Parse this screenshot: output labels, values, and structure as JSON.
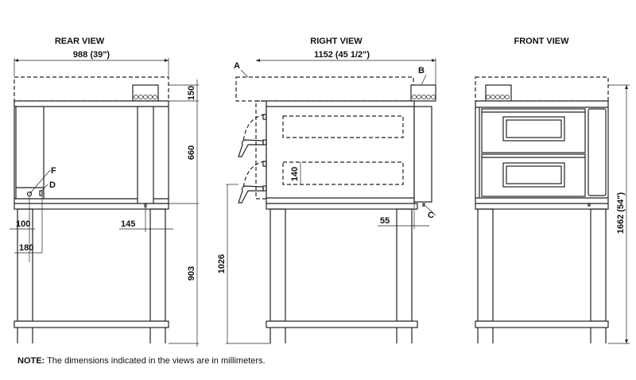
{
  "views": {
    "rear": {
      "title": "REAR VIEW",
      "width_dim": "988 (39\")",
      "dims": [
        "150",
        "660",
        "903",
        "100",
        "180",
        "145"
      ],
      "labels": [
        "F",
        "D"
      ]
    },
    "right": {
      "title": "RIGHT VIEW",
      "width_dim": "1152 (45 1/2\")",
      "dims": [
        "140",
        "1026",
        "55"
      ],
      "labels": [
        "A",
        "B",
        "C"
      ]
    },
    "front": {
      "title": "FRONT VIEW",
      "height_dim": "1662 (54\")"
    }
  },
  "note": {
    "label": "NOTE:",
    "text": " The dimensions indicated in the views are in millimeters."
  }
}
